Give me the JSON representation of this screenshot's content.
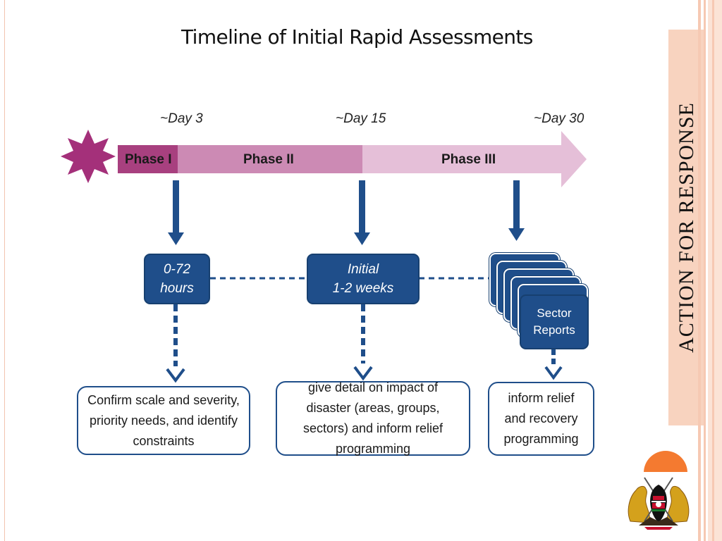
{
  "title": "Timeline of Initial Rapid Assessments",
  "timeline": {
    "days": [
      "~Day 3",
      "~Day 15",
      "~Day 30"
    ],
    "phases": [
      "Phase I",
      "Phase II",
      "Phase III"
    ]
  },
  "stages": [
    {
      "label": "0-72\nhours",
      "description": "Confirm scale and severity, priority needs, and identify constraints"
    },
    {
      "label": "Initial\n1-2 weeks",
      "description": "give detail on impact of disaster (areas, groups, sectors) and inform relief programming"
    },
    {
      "label": "Sector\nReports",
      "description": "inform relief and recovery programming"
    }
  ],
  "side_title": "ACTION FOR RESPONSE",
  "colors": {
    "phase1": "#a8407f",
    "phase2": "#cc8ab4",
    "phase3": "#e5bfd8",
    "burst": "#a4307a",
    "box": "#1f4e8a",
    "accent": "#f47a30",
    "side_panel": "#f8d3bf"
  },
  "icons": {
    "start_marker": "starburst-icon",
    "logo": "coat-of-arms-emblem"
  }
}
